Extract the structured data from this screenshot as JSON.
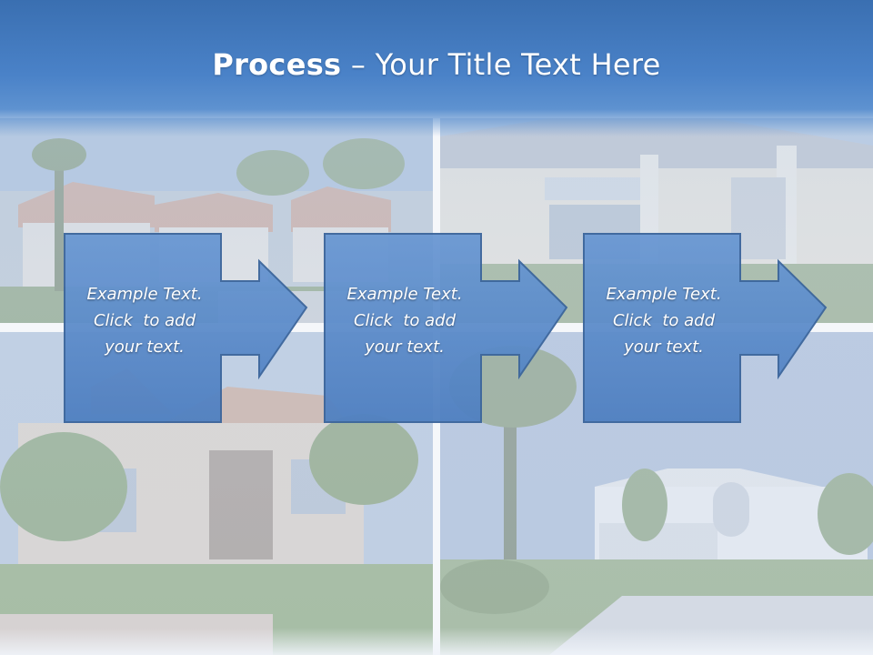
{
  "slide": {
    "title_bold": "Process",
    "title_rest": " – Your Title Text Here"
  },
  "colors": {
    "header": "#4a82c8",
    "step_fill": "#5b8cca",
    "step_stroke": "#3b659c",
    "text": "#ffffff"
  },
  "steps": [
    {
      "line1": "Example Text.",
      "line2": "Click  to add",
      "line3": "your text."
    },
    {
      "line1": "Example Text.",
      "line2": "Click  to add",
      "line3": "your text."
    },
    {
      "line1": "Example Text.",
      "line2": "Click  to add",
      "line3": "your text."
    }
  ],
  "background": {
    "photos": [
      "house-photo",
      "house-photo",
      "house-photo",
      "house-photo"
    ]
  }
}
